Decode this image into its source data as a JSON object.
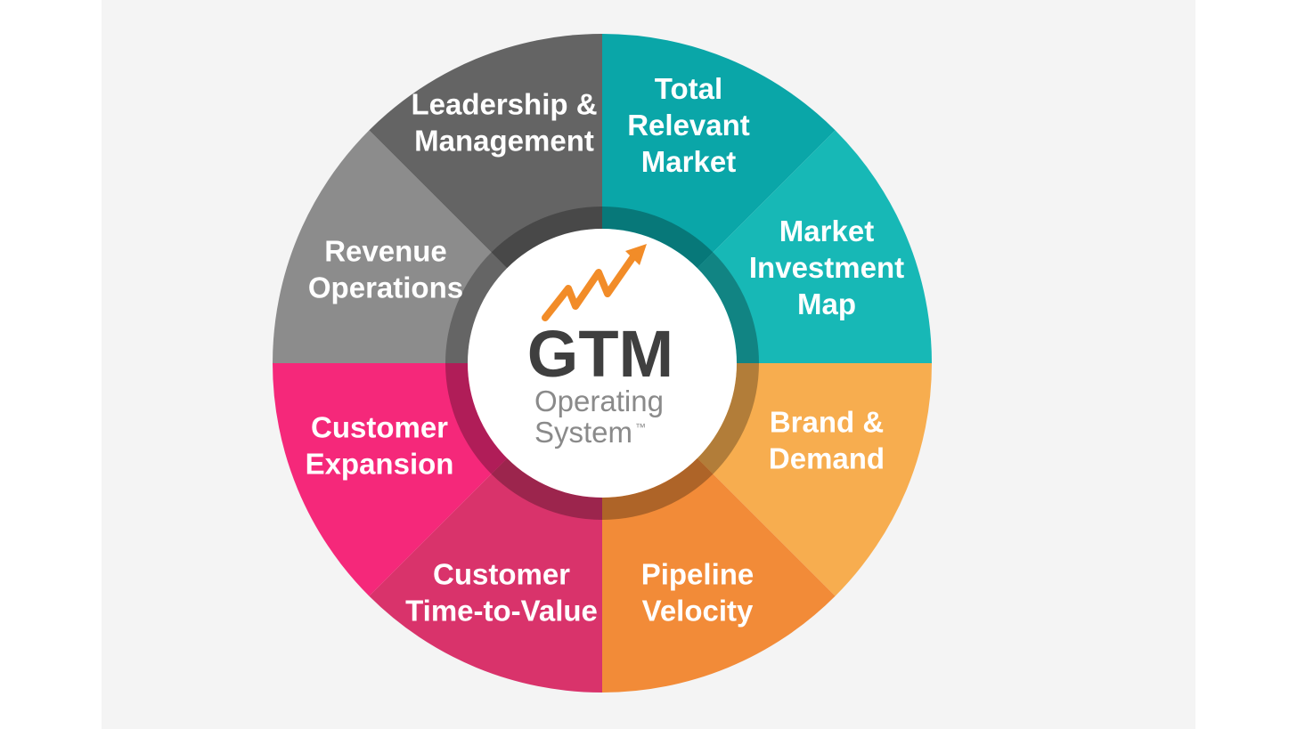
{
  "diagram": {
    "center": {
      "title": "GTM",
      "subtitle_line1": "Operating",
      "subtitle_line2": "System",
      "trademark": "™",
      "logo_icon": "trend-arrow-icon",
      "logo_color": "#f28c28"
    },
    "segments": [
      {
        "id": "total-relevant-market",
        "lines": [
          "Total",
          "Relevant",
          "Market"
        ],
        "color": "#0aa6a8"
      },
      {
        "id": "market-investment-map",
        "lines": [
          "Market",
          "Investment",
          "Map"
        ],
        "color": "#17b8b6"
      },
      {
        "id": "brand-demand",
        "lines": [
          "Brand &",
          "Demand"
        ],
        "color": "#f7ad4f"
      },
      {
        "id": "pipeline-velocity",
        "lines": [
          "Pipeline",
          "Velocity"
        ],
        "color": "#f28b38"
      },
      {
        "id": "customer-time-to-value",
        "lines": [
          "Customer",
          "Time-to-Value"
        ],
        "color": "#d9336b"
      },
      {
        "id": "customer-expansion",
        "lines": [
          "Customer",
          "Expansion"
        ],
        "color": "#f5287a"
      },
      {
        "id": "revenue-operations",
        "lines": [
          "Revenue",
          "Operations"
        ],
        "color": "#8c8c8c"
      },
      {
        "id": "leadership-management",
        "lines": [
          "Leadership &",
          "Management"
        ],
        "color": "#646464"
      }
    ]
  }
}
